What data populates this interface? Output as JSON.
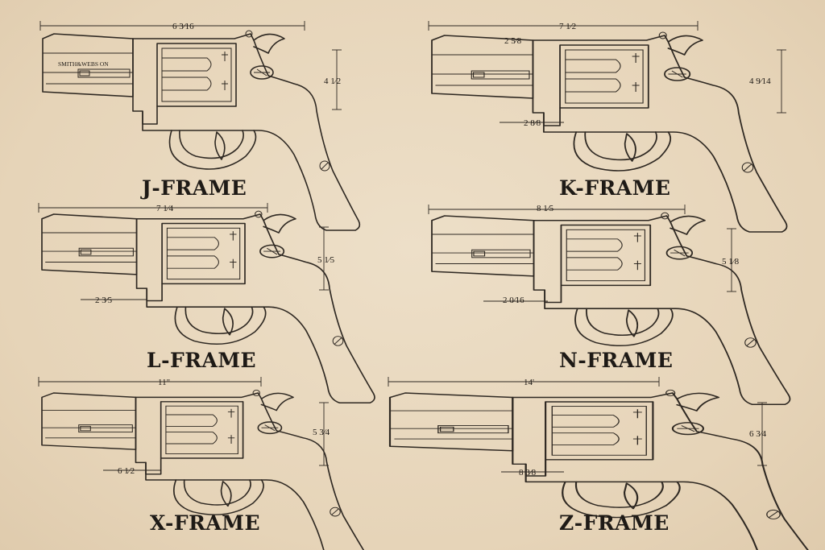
{
  "colors": {
    "paper": "#e8d8bf",
    "ink": "#2e2822"
  },
  "brand_mark": "SMITH&WEBS ON",
  "frames": [
    {
      "label": "J-FRAME",
      "length": "6 3⁄16",
      "height": "4 1⁄2",
      "barrel": ""
    },
    {
      "label": "K-FRAME",
      "length": "7 1⁄2",
      "height": "4 9⁄14",
      "barrel": "2 5⁄8",
      "barrel_alt": "2 8⁄8"
    },
    {
      "label": "L-FRAME",
      "length": "7 1⁄4",
      "height": "5 1⁄5",
      "barrel": "2 3⁄5"
    },
    {
      "label": "N-FRAME",
      "length": "8 1⁄5",
      "height": "5 1⁄8",
      "barrel": "2 0⁄16"
    },
    {
      "label": "X-FRAME",
      "length": "11\"",
      "height": "5 3⁄4",
      "barrel": "6 1⁄2"
    },
    {
      "label": "Z-FRAME",
      "length": "14'",
      "height": "6 3⁄4",
      "barrel": "8 3⁄8"
    }
  ]
}
